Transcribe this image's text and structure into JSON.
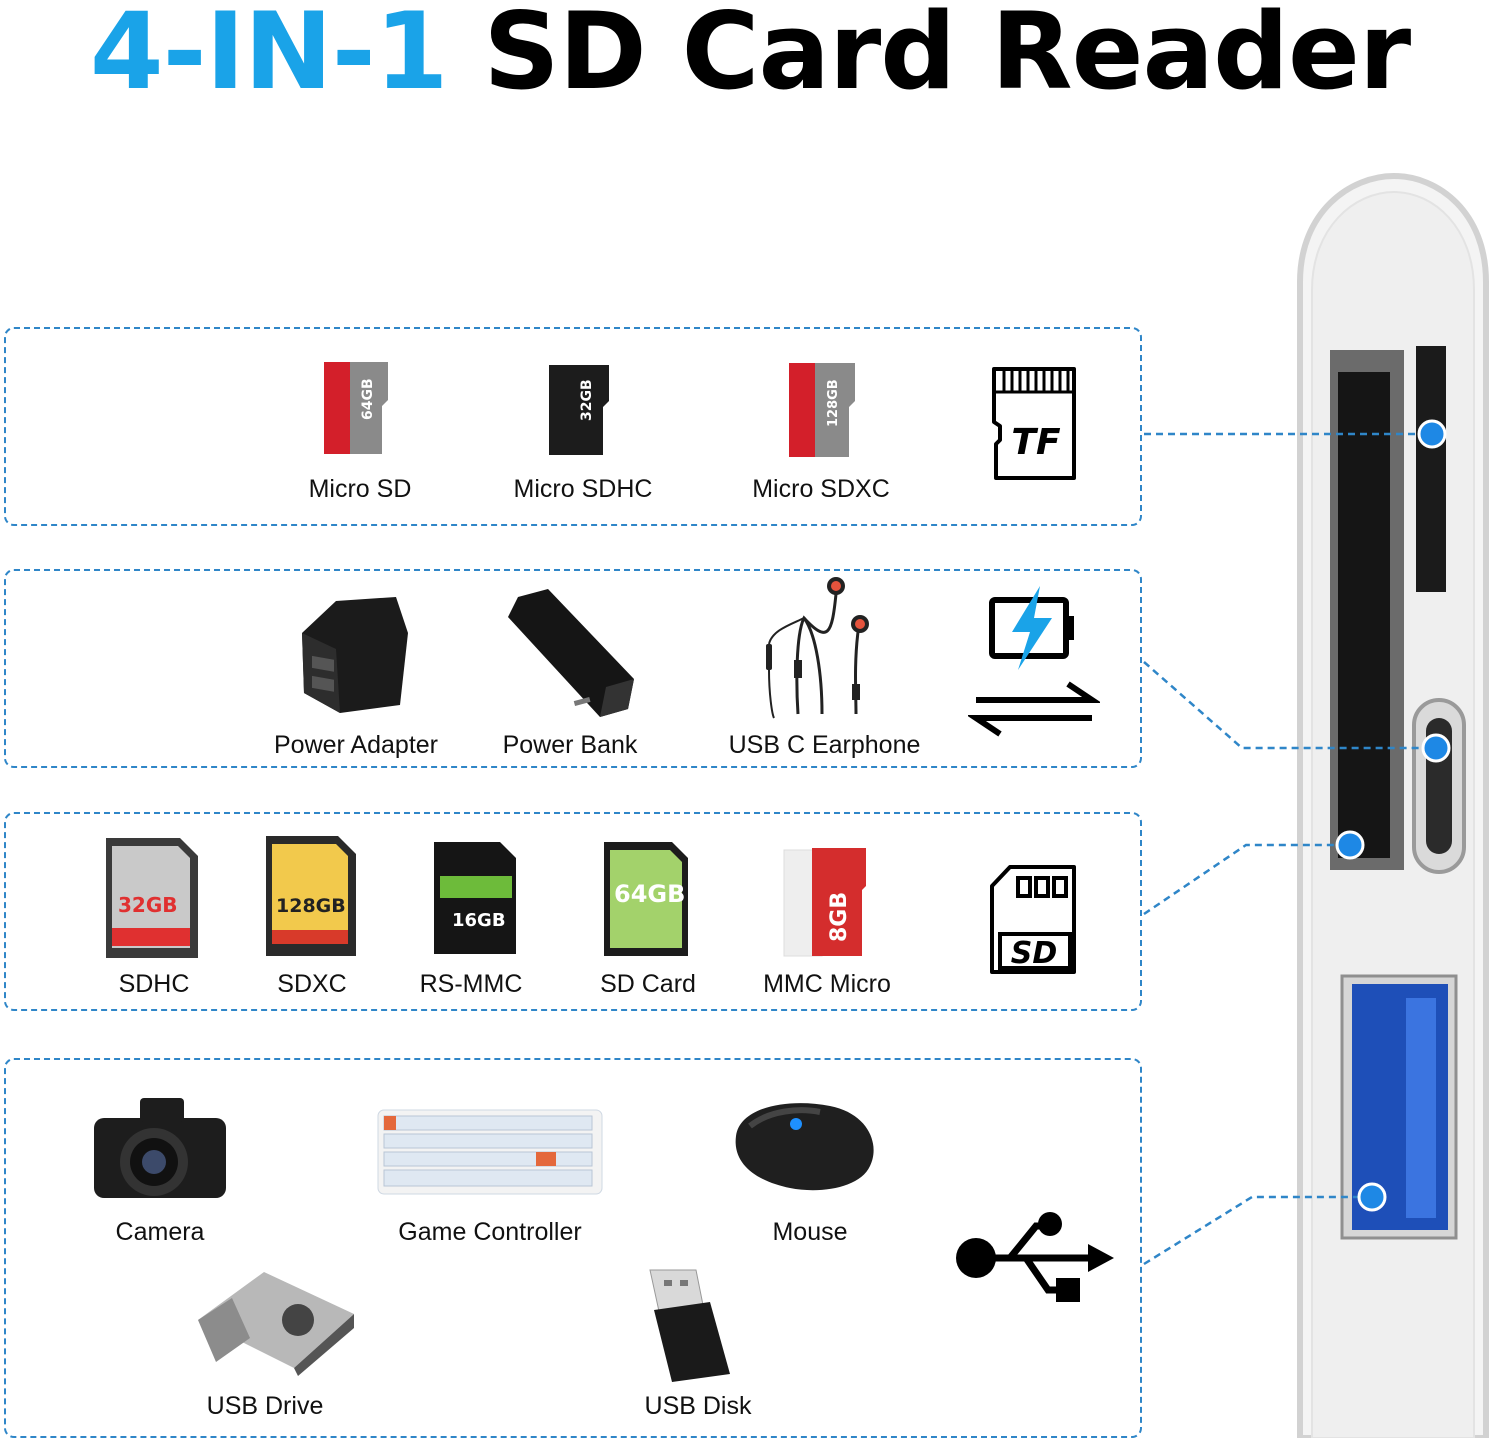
{
  "title": {
    "accent": "4-IN-1",
    "rest": "SD Card Reader"
  },
  "colors": {
    "accent": "#1aa3e8",
    "dash": "#2f86c8",
    "dot": "#1e88e5"
  },
  "tf_section": {
    "items": [
      {
        "label": "Micro SD",
        "card_text": "64GB"
      },
      {
        "label": "Micro SDHC",
        "card_text": "32GB"
      },
      {
        "label": "Micro SDXC",
        "card_text": "128GB"
      }
    ],
    "icon_text": "TF"
  },
  "power_section": {
    "items": [
      {
        "label": "Power Adapter"
      },
      {
        "label": "Power Bank"
      },
      {
        "label": "USB C Earphone"
      }
    ]
  },
  "sd_section": {
    "items": [
      {
        "label": "SDHC",
        "card_text": "32GB"
      },
      {
        "label": "SDXC",
        "card_text": "128GB"
      },
      {
        "label": "RS-MMC",
        "card_text": "16GB"
      },
      {
        "label": "SD Card",
        "card_text": "64GB"
      },
      {
        "label": "MMC Micro",
        "card_text": "8GB"
      }
    ],
    "icon_text": "SD"
  },
  "usb_section": {
    "items": [
      {
        "label": "Camera"
      },
      {
        "label": "Game Controller"
      },
      {
        "label": "Mouse"
      },
      {
        "label": "USB Drive"
      },
      {
        "label": "USB Disk"
      }
    ]
  }
}
